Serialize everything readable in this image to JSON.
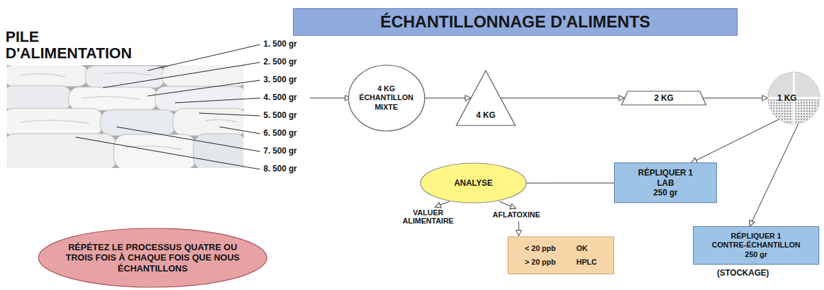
{
  "diagram": {
    "title": "ÉCHANTILLONNAGE D'ALIMENTS",
    "nodes": [
      {
        "text": [
          "4 KG ÉCHANTILLON MIXTE"
        ]
      },
      {
        "text": [
          "4 KG"
        ]
      },
      {
        "text": [
          "2 KG"
        ]
      },
      {
        "text": [
          "1 KG"
        ]
      },
      {
        "text": [
          "ANALYSE"
        ]
      },
      {
        "text": [
          "RÉPLIQUER 1",
          "LAB",
          "250 gr"
        ]
      },
      {
        "text": [
          "RÉPLIQUER 1",
          "CONTRE-ÉCHANTILLON",
          "250 gr"
        ]
      },
      {
        "text": [
          "< 20 ppb",
          "OK",
          "> 20 ppb",
          "HPLC"
        ]
      },
      {
        "text": [
          "RÉPÉTEZ LE PROCESSUS QUATRE OU TROIS FOIS À CHAQUE FOIS QUE NOUS ÉCHANTILLONS"
        ]
      }
    ],
    "edges": [
      {
        "from": 0,
        "to": 1,
        "arrow": "to"
      },
      {
        "from": 1,
        "to": 2,
        "arrow": "to"
      },
      {
        "from": 2,
        "to": 3,
        "arrow": "to"
      },
      {
        "from": 3,
        "to": 5,
        "arrow": "to"
      },
      {
        "from": 3,
        "to": 6,
        "arrow": "to"
      },
      {
        "from": 4,
        "to": 5,
        "arrow": "none"
      }
    ],
    "labels": [
      "PILE D'ALIMENTATION",
      "1. 500 gr",
      "2. 500 gr",
      "3. 500 gr",
      "4. 500 gr",
      "5. 500 gr",
      "6. 500 gr",
      "7. 500 gr",
      "8. 500 gr",
      "VALUER ALIMENTAIRE",
      "AFLATOXINE",
      "(STOCKAGE)"
    ]
  }
}
